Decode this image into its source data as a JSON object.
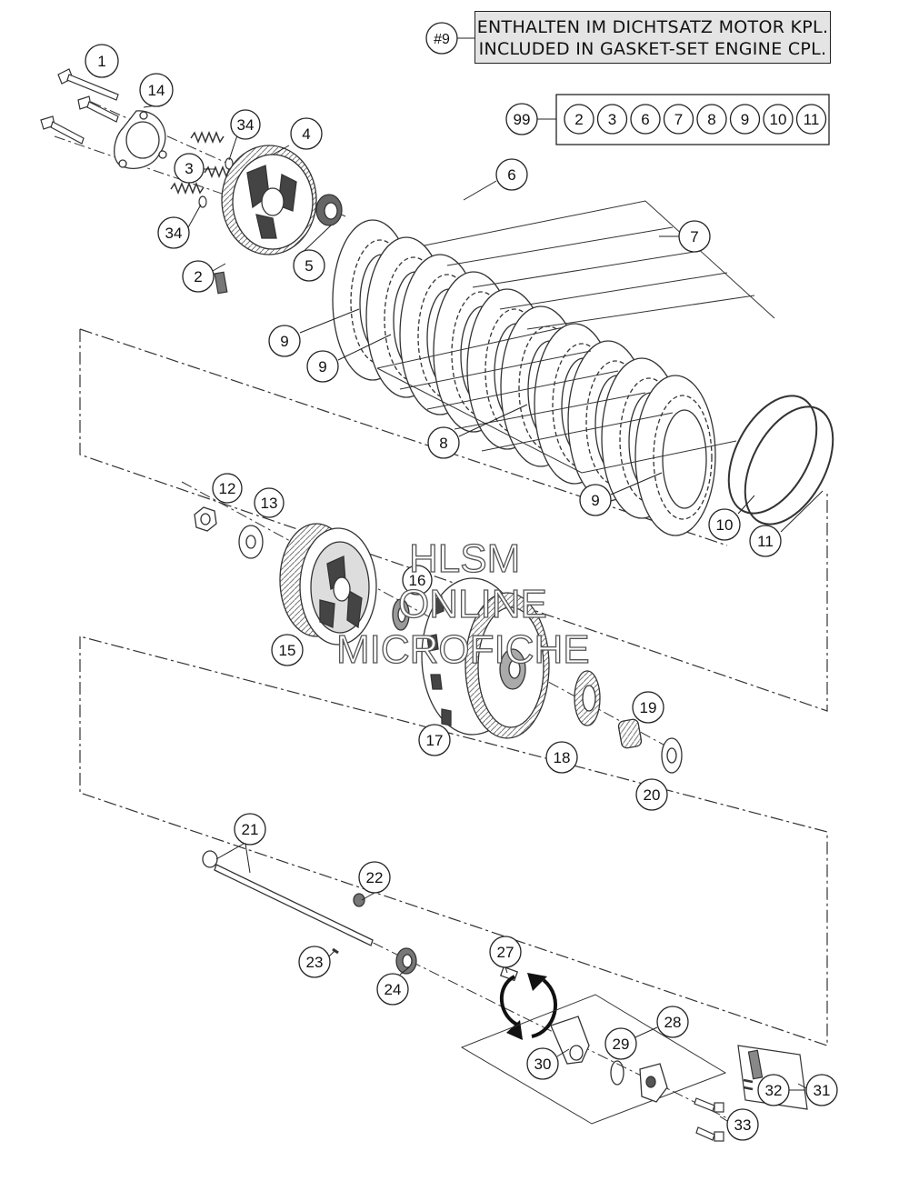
{
  "note": {
    "ref": "#9",
    "line_de": "ENTHALTEN IM DICHTSATZ MOTOR KPL.",
    "line_en": "INCLUDED IN GASKET-SET ENGINE CPL."
  },
  "kit": {
    "ref": "99",
    "items": [
      "2",
      "3",
      "6",
      "7",
      "8",
      "9",
      "10",
      "11"
    ]
  },
  "watermark": {
    "line1": "HLSM",
    "line2": "ONLINE",
    "line3": "MICROFICHE"
  },
  "callouts": [
    "1",
    "14",
    "34",
    "4",
    "3",
    "34",
    "5",
    "2",
    "6",
    "7",
    "9",
    "9",
    "8",
    "9",
    "10",
    "11",
    "12",
    "13",
    "16",
    "15",
    "17",
    "18",
    "19",
    "20",
    "21",
    "22",
    "23",
    "24",
    "27",
    "28",
    "29",
    "30",
    "31",
    "32",
    "33"
  ]
}
